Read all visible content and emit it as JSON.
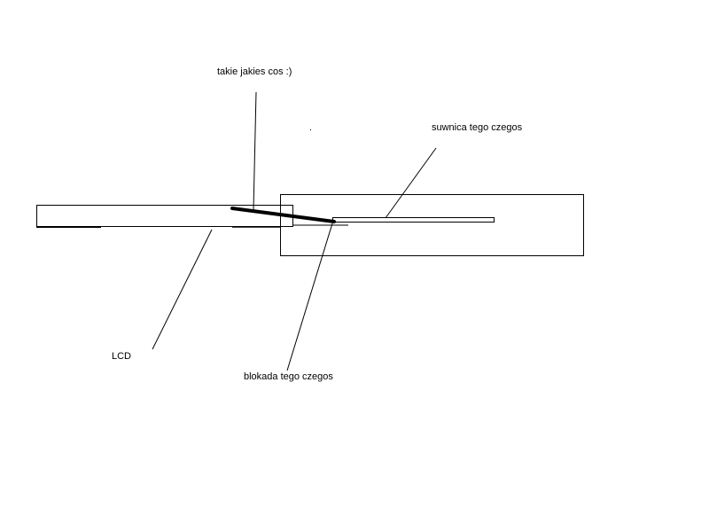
{
  "labels": {
    "top": "takie jakies cos :)",
    "suwnica": "suwnica tego czegos",
    "lcd": "LCD",
    "blokada": "blokada tego czegos"
  },
  "colors": {
    "stroke": "#000000",
    "background": "#ffffff"
  }
}
